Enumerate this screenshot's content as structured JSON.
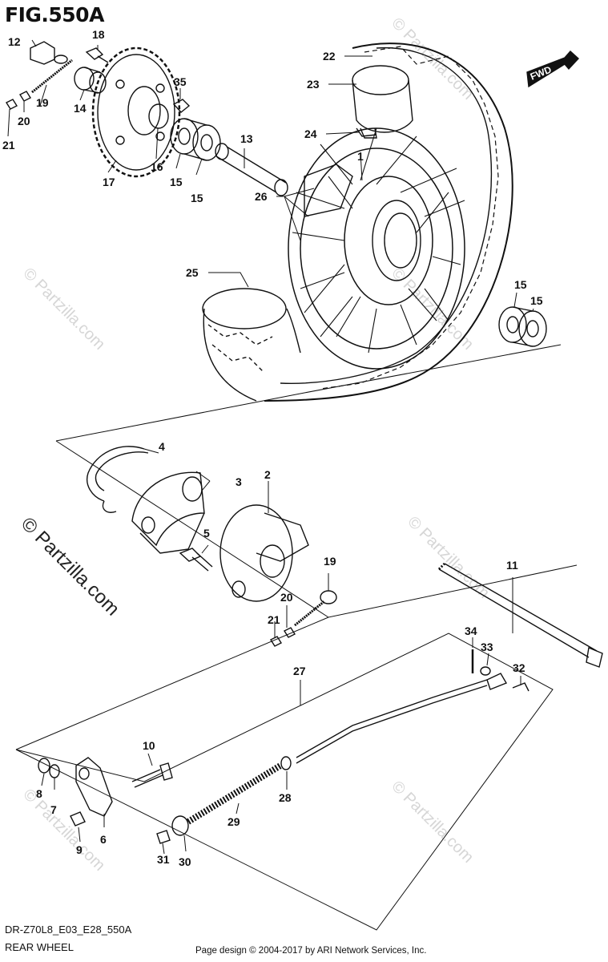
{
  "figure": {
    "title": "FIG.550A",
    "code": "DR-Z70L8_E03_E28_550A",
    "name": "REAR WHEEL"
  },
  "footer": {
    "text": "Page design © 2004-2017 by ARI Network Services, Inc."
  },
  "watermark": {
    "text": "© Partzilla.com"
  },
  "badge": {
    "text": "FWD"
  },
  "colors": {
    "line": "#111111",
    "watermark": "#d6d6d6"
  },
  "callouts": [
    {
      "id": "c1",
      "label": "1"
    },
    {
      "id": "c2",
      "label": "2"
    },
    {
      "id": "c3",
      "label": "3"
    },
    {
      "id": "c4",
      "label": "4"
    },
    {
      "id": "c5",
      "label": "5"
    },
    {
      "id": "c6",
      "label": "6"
    },
    {
      "id": "c7",
      "label": "7"
    },
    {
      "id": "c8",
      "label": "8"
    },
    {
      "id": "c9",
      "label": "9"
    },
    {
      "id": "c10",
      "label": "10"
    },
    {
      "id": "c11",
      "label": "11"
    },
    {
      "id": "c12",
      "label": "12"
    },
    {
      "id": "c13",
      "label": "13"
    },
    {
      "id": "c14",
      "label": "14"
    },
    {
      "id": "c15a",
      "label": "15"
    },
    {
      "id": "c15b",
      "label": "15"
    },
    {
      "id": "c15c",
      "label": "15"
    },
    {
      "id": "c15d",
      "label": "15"
    },
    {
      "id": "c16",
      "label": "16"
    },
    {
      "id": "c17",
      "label": "17"
    },
    {
      "id": "c18",
      "label": "18"
    },
    {
      "id": "c19a",
      "label": "19"
    },
    {
      "id": "c19b",
      "label": "19"
    },
    {
      "id": "c20a",
      "label": "20"
    },
    {
      "id": "c20b",
      "label": "20"
    },
    {
      "id": "c21a",
      "label": "21"
    },
    {
      "id": "c21b",
      "label": "21"
    },
    {
      "id": "c22",
      "label": "22"
    },
    {
      "id": "c23",
      "label": "23"
    },
    {
      "id": "c24",
      "label": "24"
    },
    {
      "id": "c25",
      "label": "25"
    },
    {
      "id": "c26",
      "label": "26"
    },
    {
      "id": "c27",
      "label": "27"
    },
    {
      "id": "c28",
      "label": "28"
    },
    {
      "id": "c29",
      "label": "29"
    },
    {
      "id": "c30",
      "label": "30"
    },
    {
      "id": "c31",
      "label": "31"
    },
    {
      "id": "c32",
      "label": "32"
    },
    {
      "id": "c33",
      "label": "33"
    },
    {
      "id": "c34",
      "label": "34"
    },
    {
      "id": "c35",
      "label": "35"
    }
  ]
}
